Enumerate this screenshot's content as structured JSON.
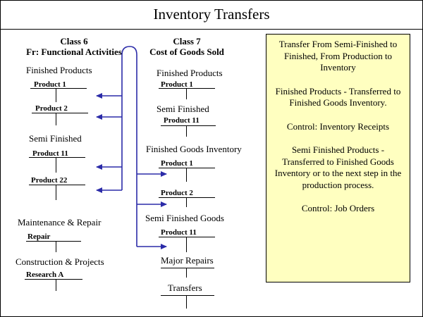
{
  "title": "Inventory Transfers",
  "class6": {
    "header_line1": "Class 6",
    "header_line2": "Fr: Functional Activities",
    "finished_products": "Finished Products",
    "product_1": "Product 1",
    "product_2": "Product 2",
    "semi_finished": "Semi Finished",
    "product_11": "Product 11",
    "product_22": "Product 22",
    "maintenance_repair": "Maintenance & Repair",
    "repair": "Repair",
    "construction_projects": "Construction & Projects",
    "research_a": "Research  A"
  },
  "class7": {
    "header_line1": "Class 7",
    "header_line2": "Cost of Goods Sold",
    "finished_products": "Finished Products",
    "product_1": "Product 1",
    "semi_finished": "Semi Finished",
    "product_11": "Product 11",
    "finished_goods_inventory": "Finished Goods Inventory",
    "fgi_product_1": "Product 1",
    "fgi_product_2": "Product 2",
    "semi_finished_goods": "Semi Finished Goods",
    "sfg_product_11": "Product 11",
    "major_repairs": "Major Repairs",
    "transfers": "Transfers"
  },
  "notes": {
    "p1": "Transfer From Semi-Finished to Finished, From Production to Inventory",
    "p2": "Finished Products - Transferred to Finished Goods Inventory.",
    "p3": "Control: Inventory Receipts",
    "p4": "Semi Finished Products - Transferred to Finished Goods Inventory or to the next step in the production process.",
    "p5": "Control: Job Orders"
  },
  "colors": {
    "arrow": "#2b2ba8",
    "note_background": "#ffffc0"
  }
}
